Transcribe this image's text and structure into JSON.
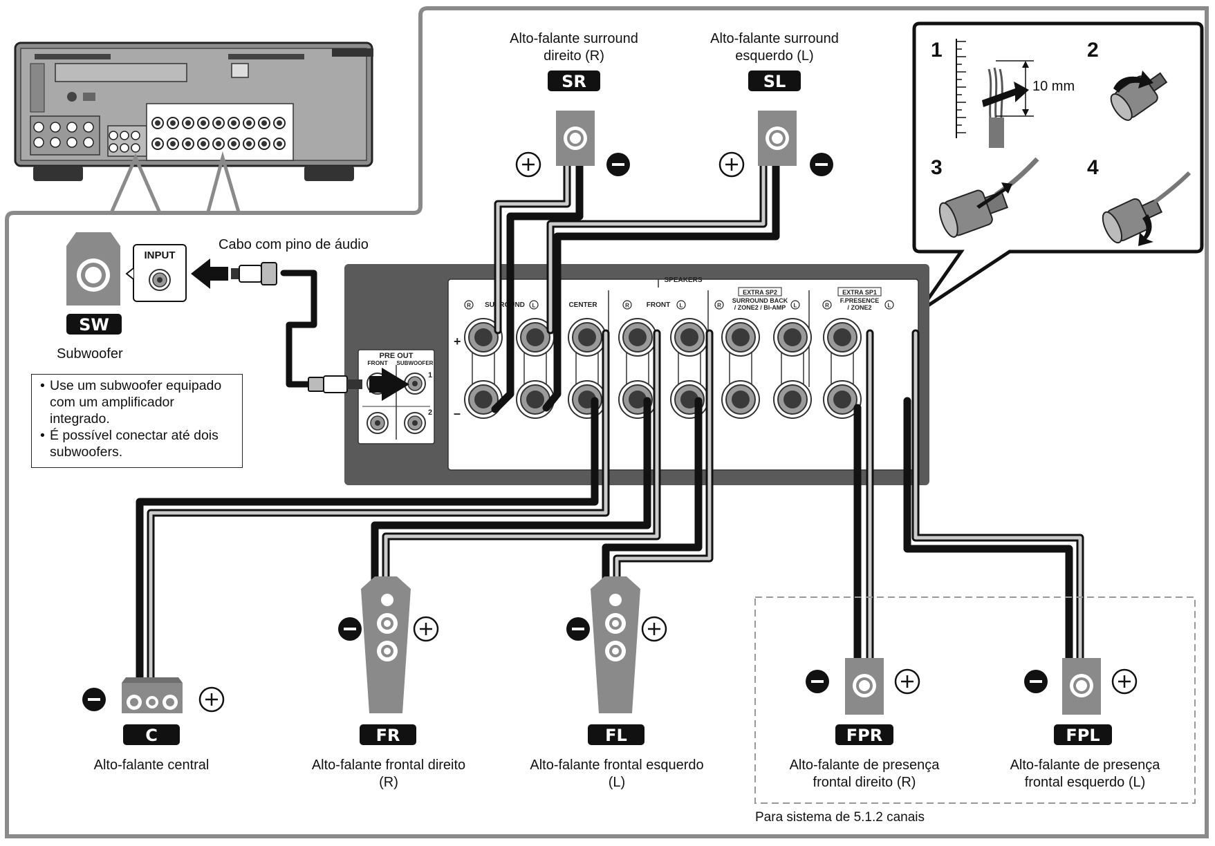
{
  "speakers": {
    "sr": {
      "badge": "SR",
      "label_line1": "Alto-falante surround",
      "label_line2": "direito (R)"
    },
    "sl": {
      "badge": "SL",
      "label_line1": "Alto-falante surround",
      "label_line2": "esquerdo (L)"
    },
    "c": {
      "badge": "C",
      "label_line1": "Alto-falante central"
    },
    "fr": {
      "badge": "FR",
      "label_line1": "Alto-falante frontal direito",
      "label_line2": "(R)"
    },
    "fl": {
      "badge": "FL",
      "label_line1": "Alto-falante frontal esquerdo",
      "label_line2": "(L)"
    },
    "fpr": {
      "badge": "FPR",
      "label_line1": "Alto-falante de presença",
      "label_line2": "frontal direito (R)"
    },
    "fpl": {
      "badge": "FPL",
      "label_line1": "Alto-falante de presença",
      "label_line2": "frontal esquerdo (L)"
    }
  },
  "subwoofer": {
    "badge": "SW",
    "label": "Subwoofer",
    "input_label": "INPUT"
  },
  "cable_label": "Cabo com pino de áudio",
  "notes": [
    "Use um subwoofer equipado com um amplificador integrado.",
    "É possível conectar até dois subwoofers."
  ],
  "wire_steps": {
    "s1": "1",
    "s2": "2",
    "s3": "3",
    "s4": "4",
    "measure": "10 mm"
  },
  "panel": {
    "speakers_title": "SPEAKERS",
    "surround": "SURROUND",
    "center": "CENTER",
    "front": "FRONT",
    "extra_sp2": "EXTRA SP2",
    "surround_back_1": "SURROUND BACK",
    "surround_back_2": "/ ZONE2 / BI-AMP",
    "extra_sp1": "EXTRA SP1",
    "fpresence_1": "F.PRESENCE",
    "fpresence_2": "/ ZONE2",
    "r_mark": "R",
    "l_mark": "L",
    "plus_mark": "+",
    "minus_mark": "–",
    "pre_out": "PRE OUT",
    "pre_front": "FRONT",
    "pre_sub": "SUBWOOFER",
    "pre_1": "1",
    "pre_2": "2"
  },
  "group_label": "Para sistema de 5.1.2 canais",
  "colors": {
    "badge_bg": "#111111",
    "frame": "#888888",
    "panel_dark": "#555555",
    "speaker_gray": "#8a8a8a"
  }
}
